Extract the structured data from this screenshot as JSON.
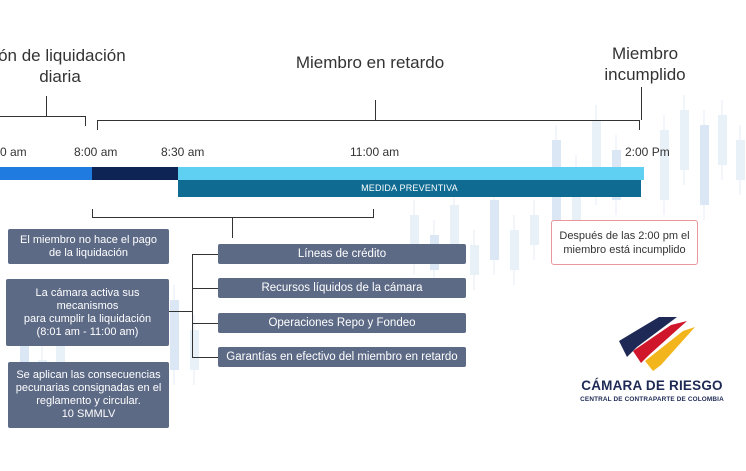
{
  "headers": {
    "left": "ión de liquidación\ndiaria",
    "middle": "Miembro en retardo",
    "right": "Miembro\nincumplido"
  },
  "times": [
    "0 am",
    "8:00 am",
    "8:30 am",
    "11:00 am",
    "2:00 Pm"
  ],
  "bars": {
    "preventive_label": "MEDIDA PREVENTIVA"
  },
  "left_boxes": [
    "El miembro no hace el pago\nde la liquidación",
    "La cámara activa sus\nmecanismos\npara cumplir la liquidación\n(8:01 am - 11:00 am)",
    "Se aplican las consecuencias\npecunarias consignadas en el\nreglamento y circular.\n10 SMMLV"
  ],
  "mechanisms": [
    "Líneas de crédito",
    "Recursos líquidos de la cámara",
    "Operaciones Repo y Fondeo",
    "Garantías en efectivo del miembro en retardo"
  ],
  "note": "Después de las 2:00 pm el\nmiembro está incumplido",
  "logo": {
    "name": "CÁMARA DE RIESGO",
    "subtitle": "CENTRAL DE CONTRAPARTE DE COLOMBIA"
  },
  "colors": {
    "bar_blue": "#1f7be0",
    "bar_navy": "#0d2454",
    "bar_light": "#5fd0f2",
    "bar_teal": "#0f6b92",
    "box_slate": "#5c6a86",
    "note_border": "#e9969c"
  }
}
